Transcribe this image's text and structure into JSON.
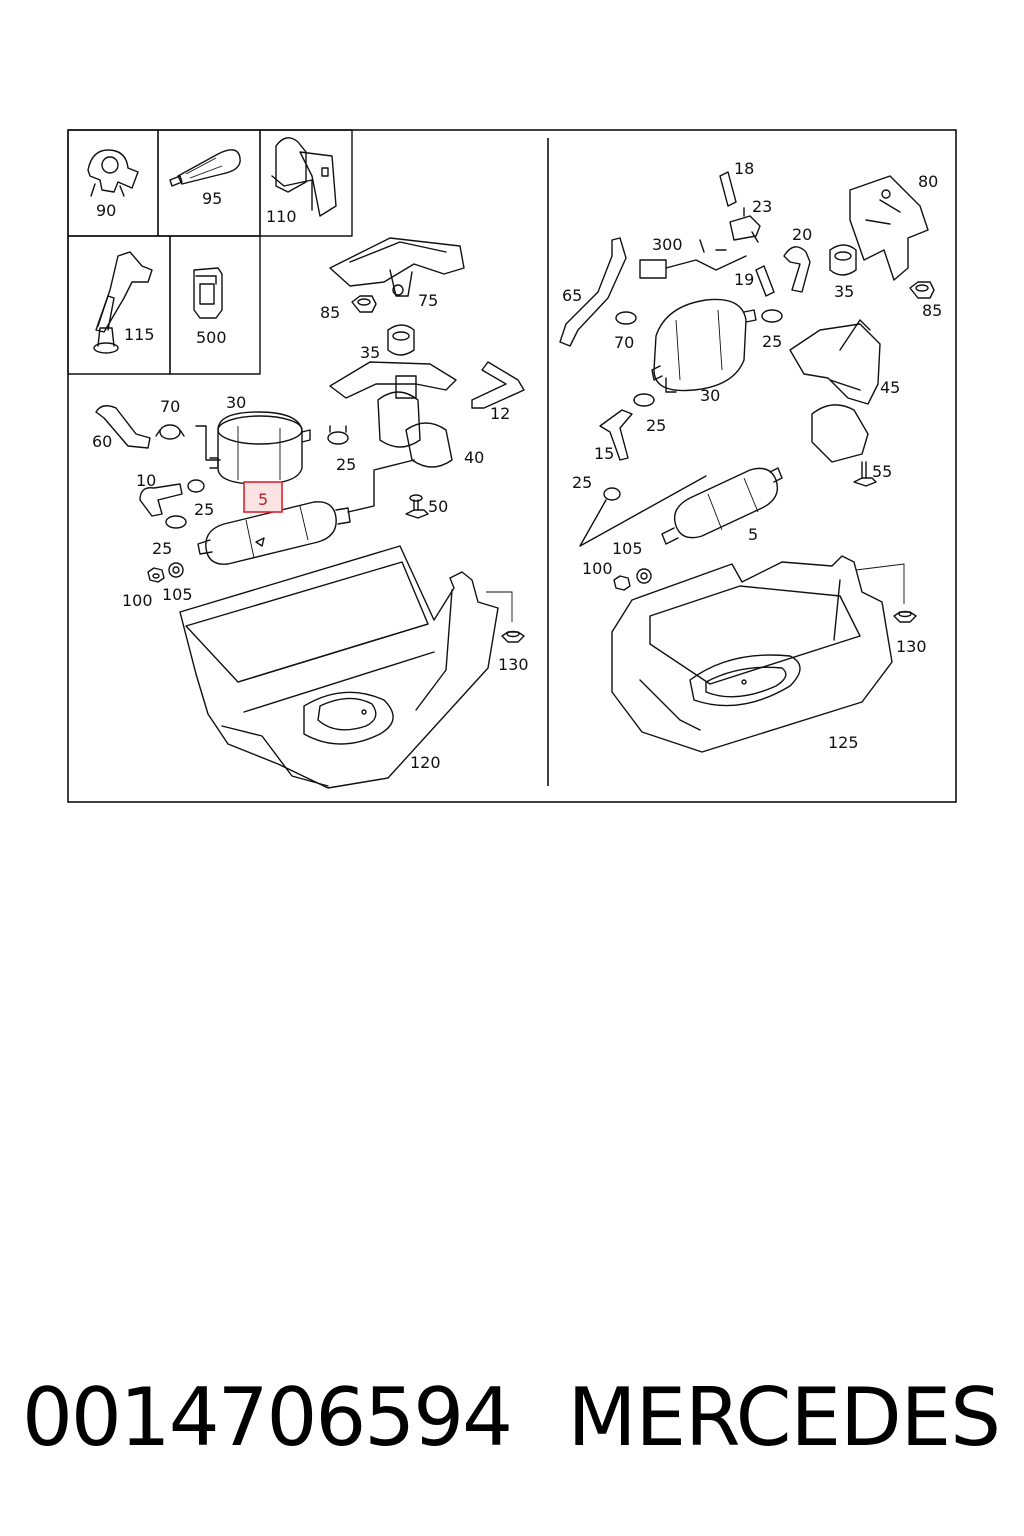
{
  "diagram": {
    "callouts": {
      "c90": "90",
      "c95": "95",
      "c110": "110",
      "c115": "115",
      "c500": "500",
      "c85a": "85",
      "c75": "75",
      "c35a": "35",
      "c60": "60",
      "c70a": "70",
      "c30a": "30",
      "c25a": "25",
      "c12": "12",
      "c40": "40",
      "c10": "10",
      "c25b": "25",
      "c5a": "5",
      "c50": "50",
      "c25c": "25",
      "c100a": "100",
      "c105a": "105",
      "c130a": "130",
      "c120": "120",
      "c18": "18",
      "c23": "23",
      "c300": "300",
      "c20": "20",
      "c80": "80",
      "c65": "65",
      "c19": "19",
      "c35b": "35",
      "c85b": "85",
      "c70b": "70",
      "c25d": "25",
      "c30b": "30",
      "c45": "45",
      "c25e": "25",
      "c15": "15",
      "c55": "55",
      "c25f": "25",
      "c5b": "5",
      "c105b": "105",
      "c100b": "100",
      "c130b": "130",
      "c125": "125"
    },
    "highlight_color": "#d9232d",
    "highlight_fill": "#fbe3e4"
  },
  "footer": {
    "part_number": "0014706594",
    "brand": "MERCEDES"
  }
}
